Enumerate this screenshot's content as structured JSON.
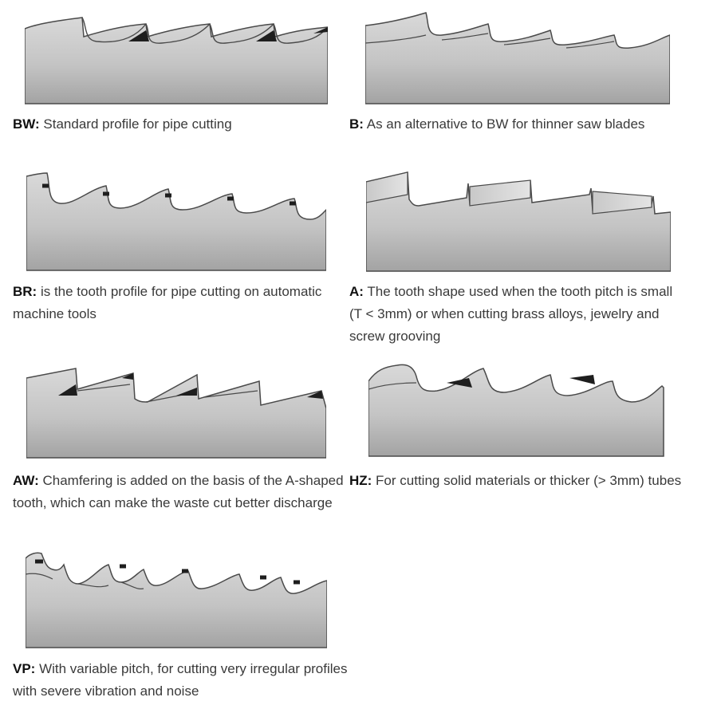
{
  "colors": {
    "blade_light": "#d8d8d8",
    "blade_dark": "#a4a4a4",
    "outline": "#4a4a4a",
    "text": "#3a3a3a",
    "label": "#111111"
  },
  "profiles": [
    {
      "id": "bw",
      "code": "BW:",
      "description": " Standard profile for pipe cutting"
    },
    {
      "id": "b",
      "code": "B:",
      "description": " As an alternative to BW for thinner saw blades"
    },
    {
      "id": "br",
      "code": "BR:",
      "description": " is the tooth profile for pipe cutting on automatic machine tools"
    },
    {
      "id": "a",
      "code": "A:",
      "description": " The tooth shape used when the tooth pitch is small (T < 3mm) or when cutting brass alloys, jewelry and screw grooving"
    },
    {
      "id": "aw",
      "code": "AW:",
      "description": " Chamfering is added on the basis of the A-shaped tooth, which can make the waste cut better discharge"
    },
    {
      "id": "hz",
      "code": "HZ:",
      "description": " For cutting solid materials or thicker (> 3mm) tubes"
    },
    {
      "id": "vp",
      "code": "VP:",
      "description": " With variable pitch, for cutting very irregular profiles with severe vibration and noise"
    }
  ]
}
